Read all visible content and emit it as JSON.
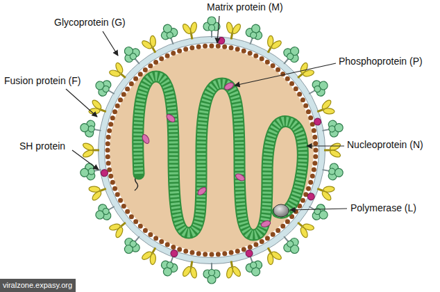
{
  "diagram": {
    "labels": [
      "Matrix protein (M)",
      "Glycoprotein (G)",
      "Phosphoprotein (P)",
      "Fusion protein (F)",
      "SH protein",
      "Nucleoprotein (N)",
      "Polymerase (L)",
      "viralzone.expasy.org"
    ]
  }
}
